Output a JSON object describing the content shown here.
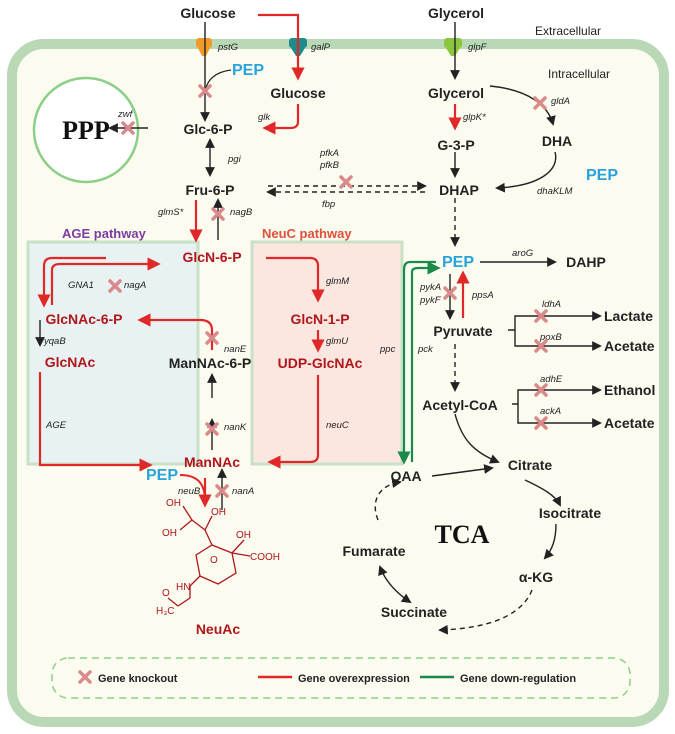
{
  "labels": {
    "extracellular": "Extracellular",
    "intracellular": "Intracellular",
    "ppp": "PPP",
    "tca": "TCA"
  },
  "pathways": {
    "age_title": "AGE pathway",
    "neuc_title": "NeuC pathway",
    "age_color": "#7d3ca0",
    "neuc_color": "#e0503a"
  },
  "metabolites": {
    "glucose_ext": "Glucose",
    "glycerol_ext": "Glycerol",
    "glucose_int": "Glucose",
    "glycerol_int": "Glycerol",
    "glc6p": "Glc-6-P",
    "fru6p": "Fru-6-P",
    "g3p": "G-3-P",
    "dha": "DHA",
    "dhap": "DHAP",
    "glcn6p": "GlcN-6-P",
    "glcnac6p": "GlcNAc-6-P",
    "glcnac": "GlcNAc",
    "mannac6p": "ManNAc-6-P",
    "mannac": "ManNAc",
    "glcn1p": "GlcN-1-P",
    "udpglcnac": "UDP-GlcNAc",
    "neuac": "NeuAc",
    "pep_main": "PEP",
    "pep_pts": "PEP",
    "pep_dha": "PEP",
    "pep_neub": "PEP",
    "dahp": "DAHP",
    "pyruvate": "Pyruvate",
    "lactate": "Lactate",
    "acetate1": "Acetate",
    "acetylcoa": "Acetyl-CoA",
    "ethanol": "Ethanol",
    "acetate2": "Acetate",
    "oaa": "OAA",
    "citrate": "Citrate",
    "isocitrate": "Isocitrate",
    "akg": "α-KG",
    "succinate": "Succinate",
    "fumarate": "Fumarate"
  },
  "genes": {
    "pstG": "pstG",
    "galP": "galP",
    "glpF": "glpF",
    "zwf": "zwf",
    "glk": "glk",
    "glpK": "glpK*",
    "gldA": "gldA",
    "dhaKLM": "dhaKLM",
    "pgi": "pgi",
    "pfkA": "pfkA",
    "pfkB": "pfkB",
    "fbp": "fbp",
    "glmS": "glmS*",
    "nagB": "nagB",
    "GNA1": "GNA1",
    "nagA": "nagA",
    "yqaB": "yqaB",
    "AGE": "AGE",
    "nanE": "nanE",
    "nanK": "nanK",
    "glmM": "glmM",
    "glmU": "glmU",
    "neuC": "neuC",
    "neuB": "neuB",
    "nanA": "nanA",
    "aroG": "aroG",
    "pykA": "pykA",
    "pykF": "pykF",
    "ppsA": "ppsA",
    "ppc": "ppc",
    "pck": "pck",
    "ldhA": "ldhA",
    "poxB": "poxB",
    "adhE": "adhE",
    "ackA": "ackA"
  },
  "structure_labels": {
    "oh": "OH",
    "cooh": "COOH",
    "hn": "HN",
    "o": "O",
    "h3c": "H₃C"
  },
  "legend": {
    "knockout": "Gene knockout",
    "overexpression": "Gene overexpression",
    "downregulation": "Gene down-regulation"
  },
  "colors": {
    "overexpression": "#e02828",
    "downregulation": "#1a8a4a",
    "knockout": "#d98a8a",
    "pep": "#29a3dc",
    "cell_border": "#b9d9b6",
    "cell_fill": "#fbfbf0",
    "age_box": "#e8f2f2",
    "neuc_box": "#fbe6e0",
    "metabolite_red": "#b0161c"
  }
}
